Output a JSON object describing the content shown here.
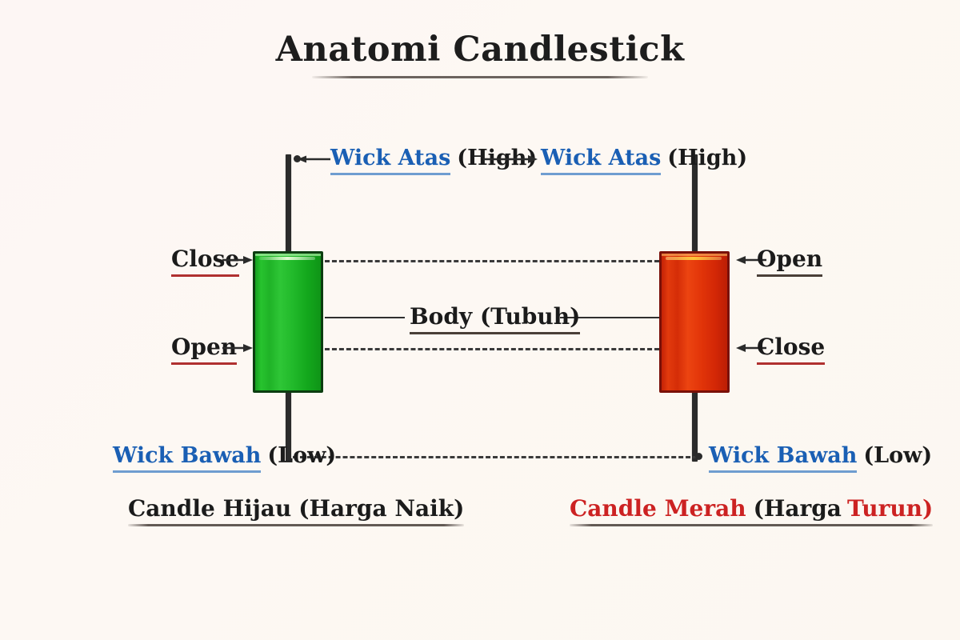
{
  "page": {
    "title": "Anatomi Candlestick",
    "background_color": "#fdf7f2",
    "language": "id"
  },
  "colors": {
    "bullish_body": "#1fb327",
    "bullish_border": "#0c3d10",
    "bearish_body": "#e23509",
    "bearish_border": "#7a1008",
    "wick": "#2b2b2b",
    "label_blue": "#1a5fb4",
    "label_red": "#cc2222",
    "label_black": "#1b1b1b",
    "underline_blue": "#6f9dd0",
    "underline_red": "#b03030",
    "underline_dark": "#4a3f38",
    "connector": "#3a3a3a"
  },
  "annotations": {
    "wick_high_left": {
      "term": "Wick Atas",
      "gloss": "(High)"
    },
    "wick_high_right": {
      "term": "Wick Atas",
      "gloss": "(High)"
    },
    "wick_low_left": {
      "term": "Wick Bawah",
      "gloss": "(Low)"
    },
    "wick_low_right": {
      "term": "Wick Bawah",
      "gloss": "(Low)"
    },
    "body": {
      "term": "Body (Tubuh)"
    },
    "green_close": "Close",
    "green_open": "Open",
    "red_open": "Open",
    "red_close": "Close"
  },
  "captions": {
    "green": {
      "name": "Candle Hijau",
      "meaning": "(Harga Naik)"
    },
    "red": {
      "name": "Candle Merah",
      "meaning_open": "(Harga",
      "meaning_accent": "Turun)"
    }
  },
  "chart_data": {
    "type": "candlestick-diagram",
    "title": "Anatomi Candlestick",
    "candles": [
      {
        "id": "bullish",
        "label": "Candle Hijau (Harga Naik)",
        "direction": "bullish",
        "color": "#1fb327",
        "parts": {
          "top_of_body": "Close",
          "bottom_of_body": "Open",
          "upper_wick": "Wick Atas (High)",
          "lower_wick": "Wick Bawah (Low)",
          "body": "Body (Tubuh)"
        }
      },
      {
        "id": "bearish",
        "label": "Candle Merah (Harga Turun)",
        "direction": "bearish",
        "color": "#e23509",
        "parts": {
          "top_of_body": "Open",
          "bottom_of_body": "Close",
          "upper_wick": "Wick Atas (High)",
          "lower_wick": "Wick Bawah (Low)",
          "body": "Body (Tubuh)"
        }
      }
    ],
    "shared_levels": [
      "High",
      "Open/Close top",
      "Open/Close bottom",
      "Low"
    ],
    "legend_position": "bottom",
    "grid": false
  }
}
